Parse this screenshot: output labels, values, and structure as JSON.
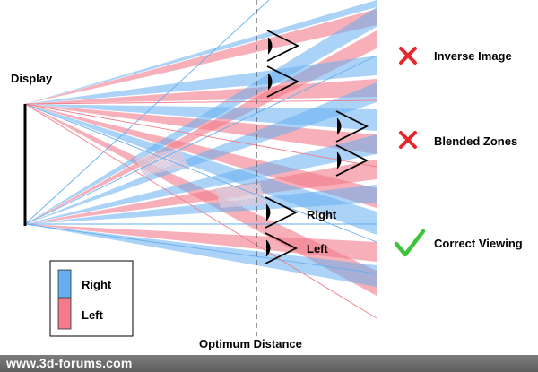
{
  "labels": {
    "display": "Display",
    "optimum_distance": "Optimum Distance",
    "inverse_image": "Inverse Image",
    "blended_zones": "Blended Zones",
    "correct_viewing": "Correct Viewing",
    "eye_right": "Right",
    "eye_left": "Left"
  },
  "legend": {
    "right_label": "Right",
    "left_label": "Left"
  },
  "footer": {
    "site": "www.3d-forums.com"
  },
  "colors": {
    "right": "#66aef0",
    "left": "#f27c8a",
    "cross": "#e8262a",
    "check": "#3ec43a"
  },
  "icons": {
    "bad": "red-cross-icon",
    "good": "green-checkmark-icon",
    "eye": "eye-icon"
  }
}
